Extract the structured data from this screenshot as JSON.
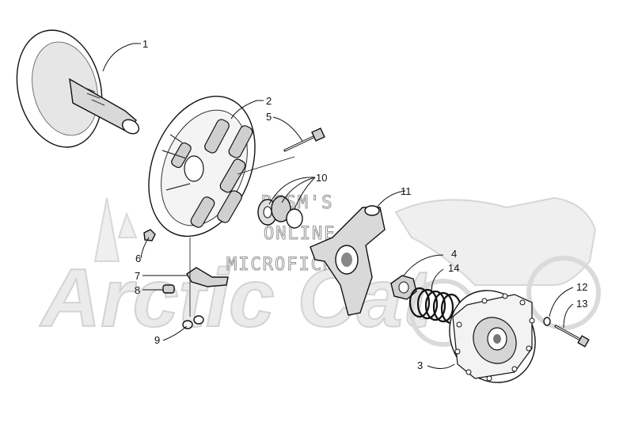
{
  "diagram": {
    "callouts": [
      "1",
      "2",
      "5",
      "10",
      "11",
      "6",
      "7",
      "8",
      "9",
      "4",
      "14",
      "12",
      "13",
      "3"
    ],
    "watermark": {
      "lines": [
        "BESM'S",
        "ONLINE",
        "MICROFICHE"
      ],
      "logo": "Arctic Cat"
    }
  }
}
